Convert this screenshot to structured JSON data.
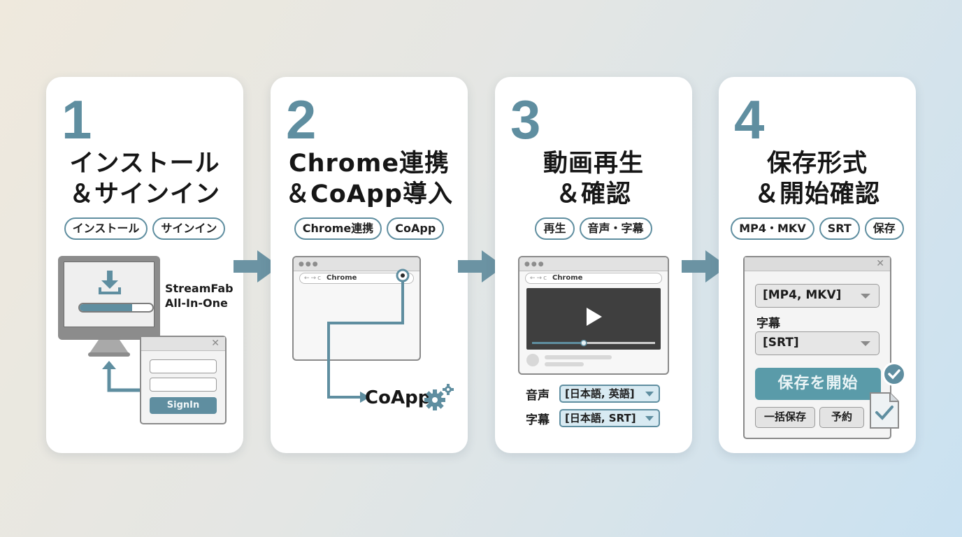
{
  "steps": [
    {
      "number": "1",
      "title_lines": [
        "インストール",
        "＆サインイン"
      ],
      "pills": [
        "インストール",
        "サインイン"
      ],
      "product_lines": [
        "StreamFab",
        "All-In-One"
      ],
      "progress": 0.72,
      "signin_button": "SignIn"
    },
    {
      "number": "2",
      "title_lines": [
        "Chrome連携",
        "＆CoApp導入"
      ],
      "pills": [
        "Chrome連携",
        "CoApp"
      ],
      "browser_address": "Chrome",
      "coapp_label": "CoApp"
    },
    {
      "number": "3",
      "title_lines": [
        "動画再生",
        "＆確認"
      ],
      "pills": [
        "再生",
        "音声・字幕"
      ],
      "browser_address": "Chrome",
      "video_progress": 0.42,
      "audio_label": "音声",
      "audio_value": "[日本語, 英語]",
      "subtitle_label": "字幕",
      "subtitle_value": "[日本語, SRT]"
    },
    {
      "number": "4",
      "title_lines": [
        "保存形式",
        "＆開始確認"
      ],
      "pills": [
        "MP4・MKV",
        "SRT",
        "保存"
      ],
      "format_value": "[MP4, MKV]",
      "subtitle_label": "字幕",
      "subtitle_value": "[SRT]",
      "start_button": "保存を開始",
      "batch_button": "一括保存",
      "schedule_button": "予約"
    }
  ],
  "colors": {
    "accent": "#5f8ea0",
    "card": "#ffffff",
    "text": "#161616"
  },
  "icons": [
    "download-icon",
    "arrow-right-icon",
    "extension-icon",
    "gear-icon",
    "play-icon",
    "check-icon",
    "document-check-icon",
    "close-icon"
  ]
}
